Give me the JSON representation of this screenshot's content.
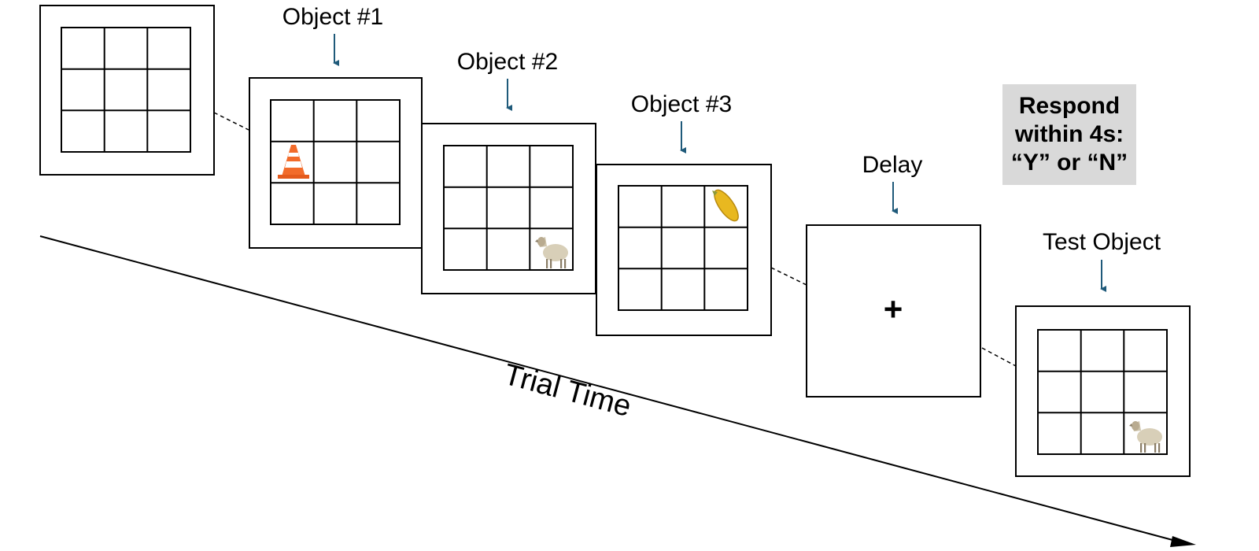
{
  "labels": {
    "object1": "Object #1",
    "object2": "Object #2",
    "object3": "Object #3",
    "delay": "Delay",
    "test_object": "Test Object",
    "fixation": "+",
    "trial_time": "Trial Time"
  },
  "respond": {
    "line1": "Respond",
    "line2": "within 4s:",
    "line3": "“Y” or “N”"
  },
  "colors": {
    "pointer_arrow": "#1f5a7a",
    "respond_bg": "#d9d9d9",
    "cone": "#f26b2a"
  },
  "icons": [
    "traffic-cone-icon",
    "sheep-icon",
    "corn-icon"
  ]
}
